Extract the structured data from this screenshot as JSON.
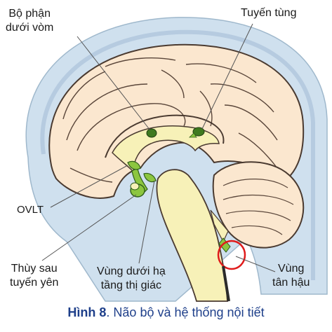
{
  "labels": {
    "subfornical_line1": "Bộ phận",
    "subfornical_line2": "dưới vòm",
    "pineal": "Tuyến tùng",
    "ovlt": "OVLT",
    "posterior_pituitary_line1": "Thùy sau",
    "posterior_pituitary_line2": "tuyến yên",
    "optic_hypothalamus_line1": "Vùng dưới hạ",
    "optic_hypothalamus_line2": "tầng thị giác",
    "area_postrema_line1": "Vùng",
    "area_postrema_line2": "tân hậu"
  },
  "caption": {
    "prefix": "Hình 8",
    "text": ". Não bộ và hệ thống nội tiết"
  },
  "colors": {
    "skull": "#cfe0ee",
    "skull_edge": "#9fb8cc",
    "brain": "#fbe7cf",
    "brain_outline": "#4a3a30",
    "ventricle": "#f7f1b8",
    "organ_green": "#8cc63f",
    "organ_dark": "#2f5e1a",
    "highlight_circle": "#e01b1b",
    "caption": "#1e3f8a"
  }
}
